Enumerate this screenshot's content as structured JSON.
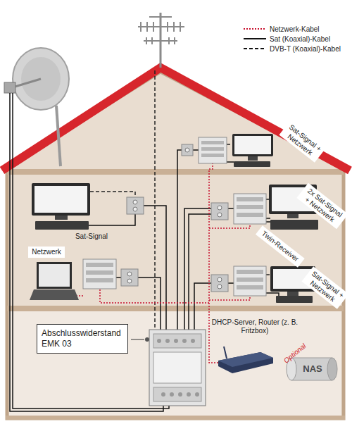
{
  "diagram": {
    "nodes": [
      {
        "text": [
          "Abschlusswiderstand EMK 03"
        ]
      },
      {
        "text": [
          "Optional",
          "NAS"
        ]
      }
    ],
    "labels": [
      "Sat-Signal + Netzwerk",
      "Sat-Signal",
      "2x Sat-Signal + Netzwerk",
      "Twin-Receiver",
      "Netzwerk",
      "Sat-Signal + Netzwerk",
      "DHCP-Server, Router (z. B. Fritzbox)"
    ],
    "legend": [
      {
        "text": "Netzwerk-Kabel"
      },
      {
        "text": "Sat (Koaxial)-Kabel"
      },
      {
        "text": "DVB-T (Koaxial)-Kabel"
      }
    ]
  }
}
